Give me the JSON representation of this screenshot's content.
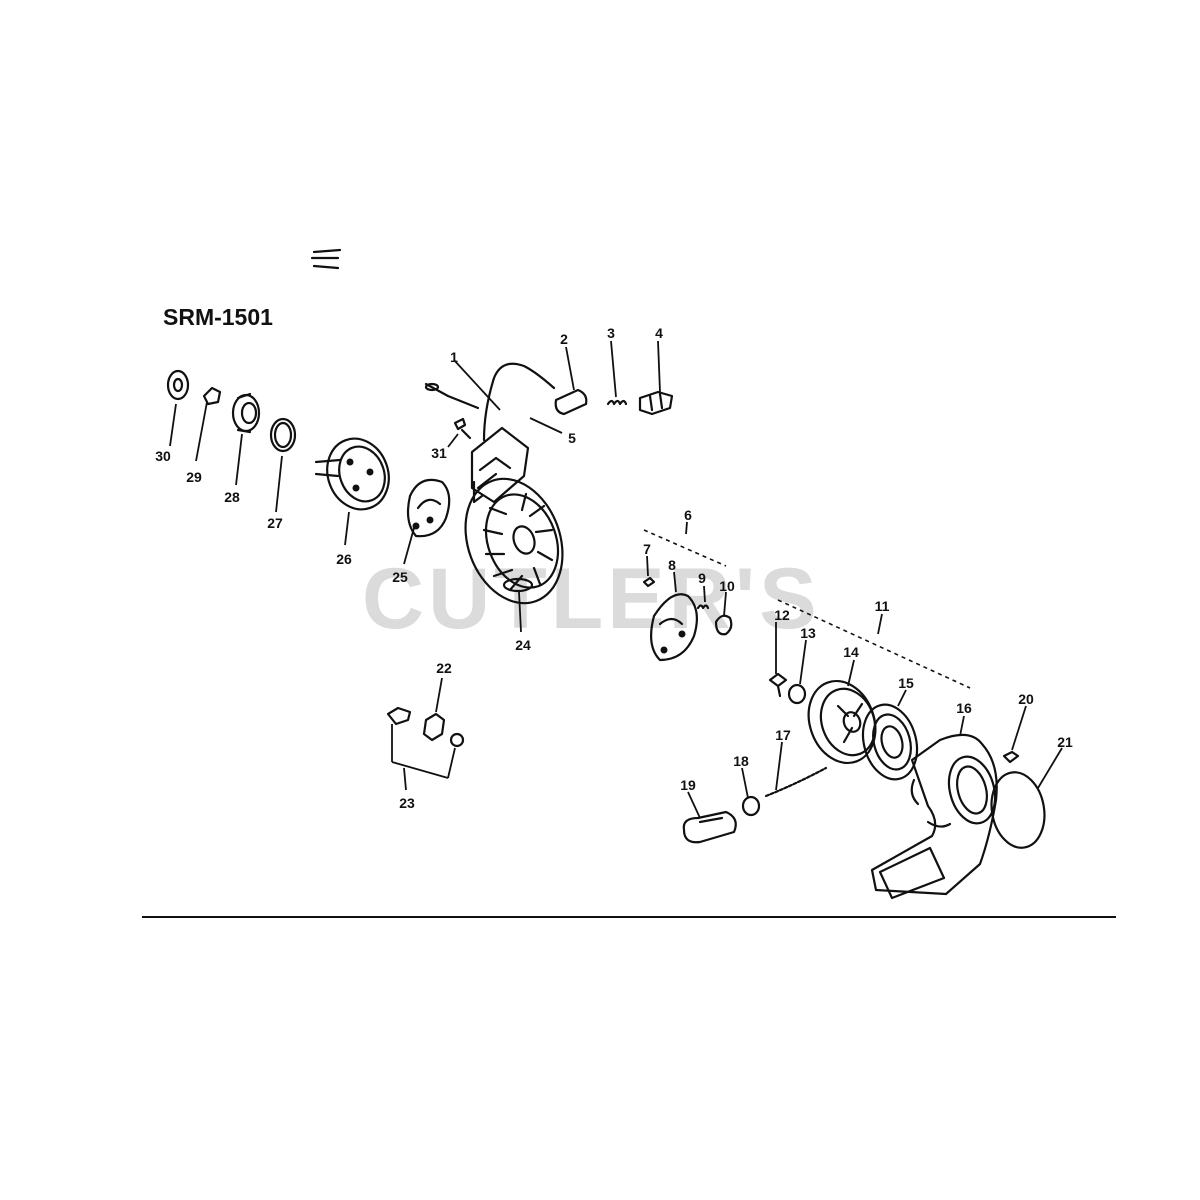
{
  "diagram": {
    "model": "SRM-1501",
    "watermark": "CUTLER'S",
    "part_numbers": [
      "1",
      "2",
      "3",
      "4",
      "5",
      "6",
      "7",
      "8",
      "9",
      "10",
      "11",
      "12",
      "13",
      "14",
      "15",
      "16",
      "17",
      "18",
      "19",
      "20",
      "21",
      "22",
      "23",
      "24",
      "25",
      "26",
      "27",
      "28",
      "29",
      "30",
      "31"
    ]
  }
}
